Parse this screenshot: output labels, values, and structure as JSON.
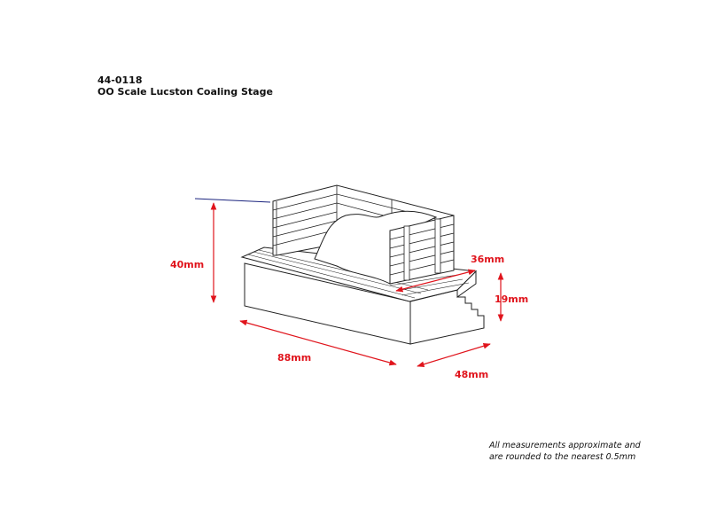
{
  "header": {
    "code": "44-0118",
    "name": "OO Scale Lucston Coaling Stage"
  },
  "dimensions": {
    "height": "40mm",
    "length": "88mm",
    "width": "48mm",
    "platform_depth": "36mm",
    "platform_height": "19mm"
  },
  "note": {
    "line1": "All measurements approximate and",
    "line2": "are rounded to the nearest 0.5mm"
  },
  "colors": {
    "dimension": "#e0141c",
    "leader": "#1a237e",
    "outline": "#222222"
  }
}
